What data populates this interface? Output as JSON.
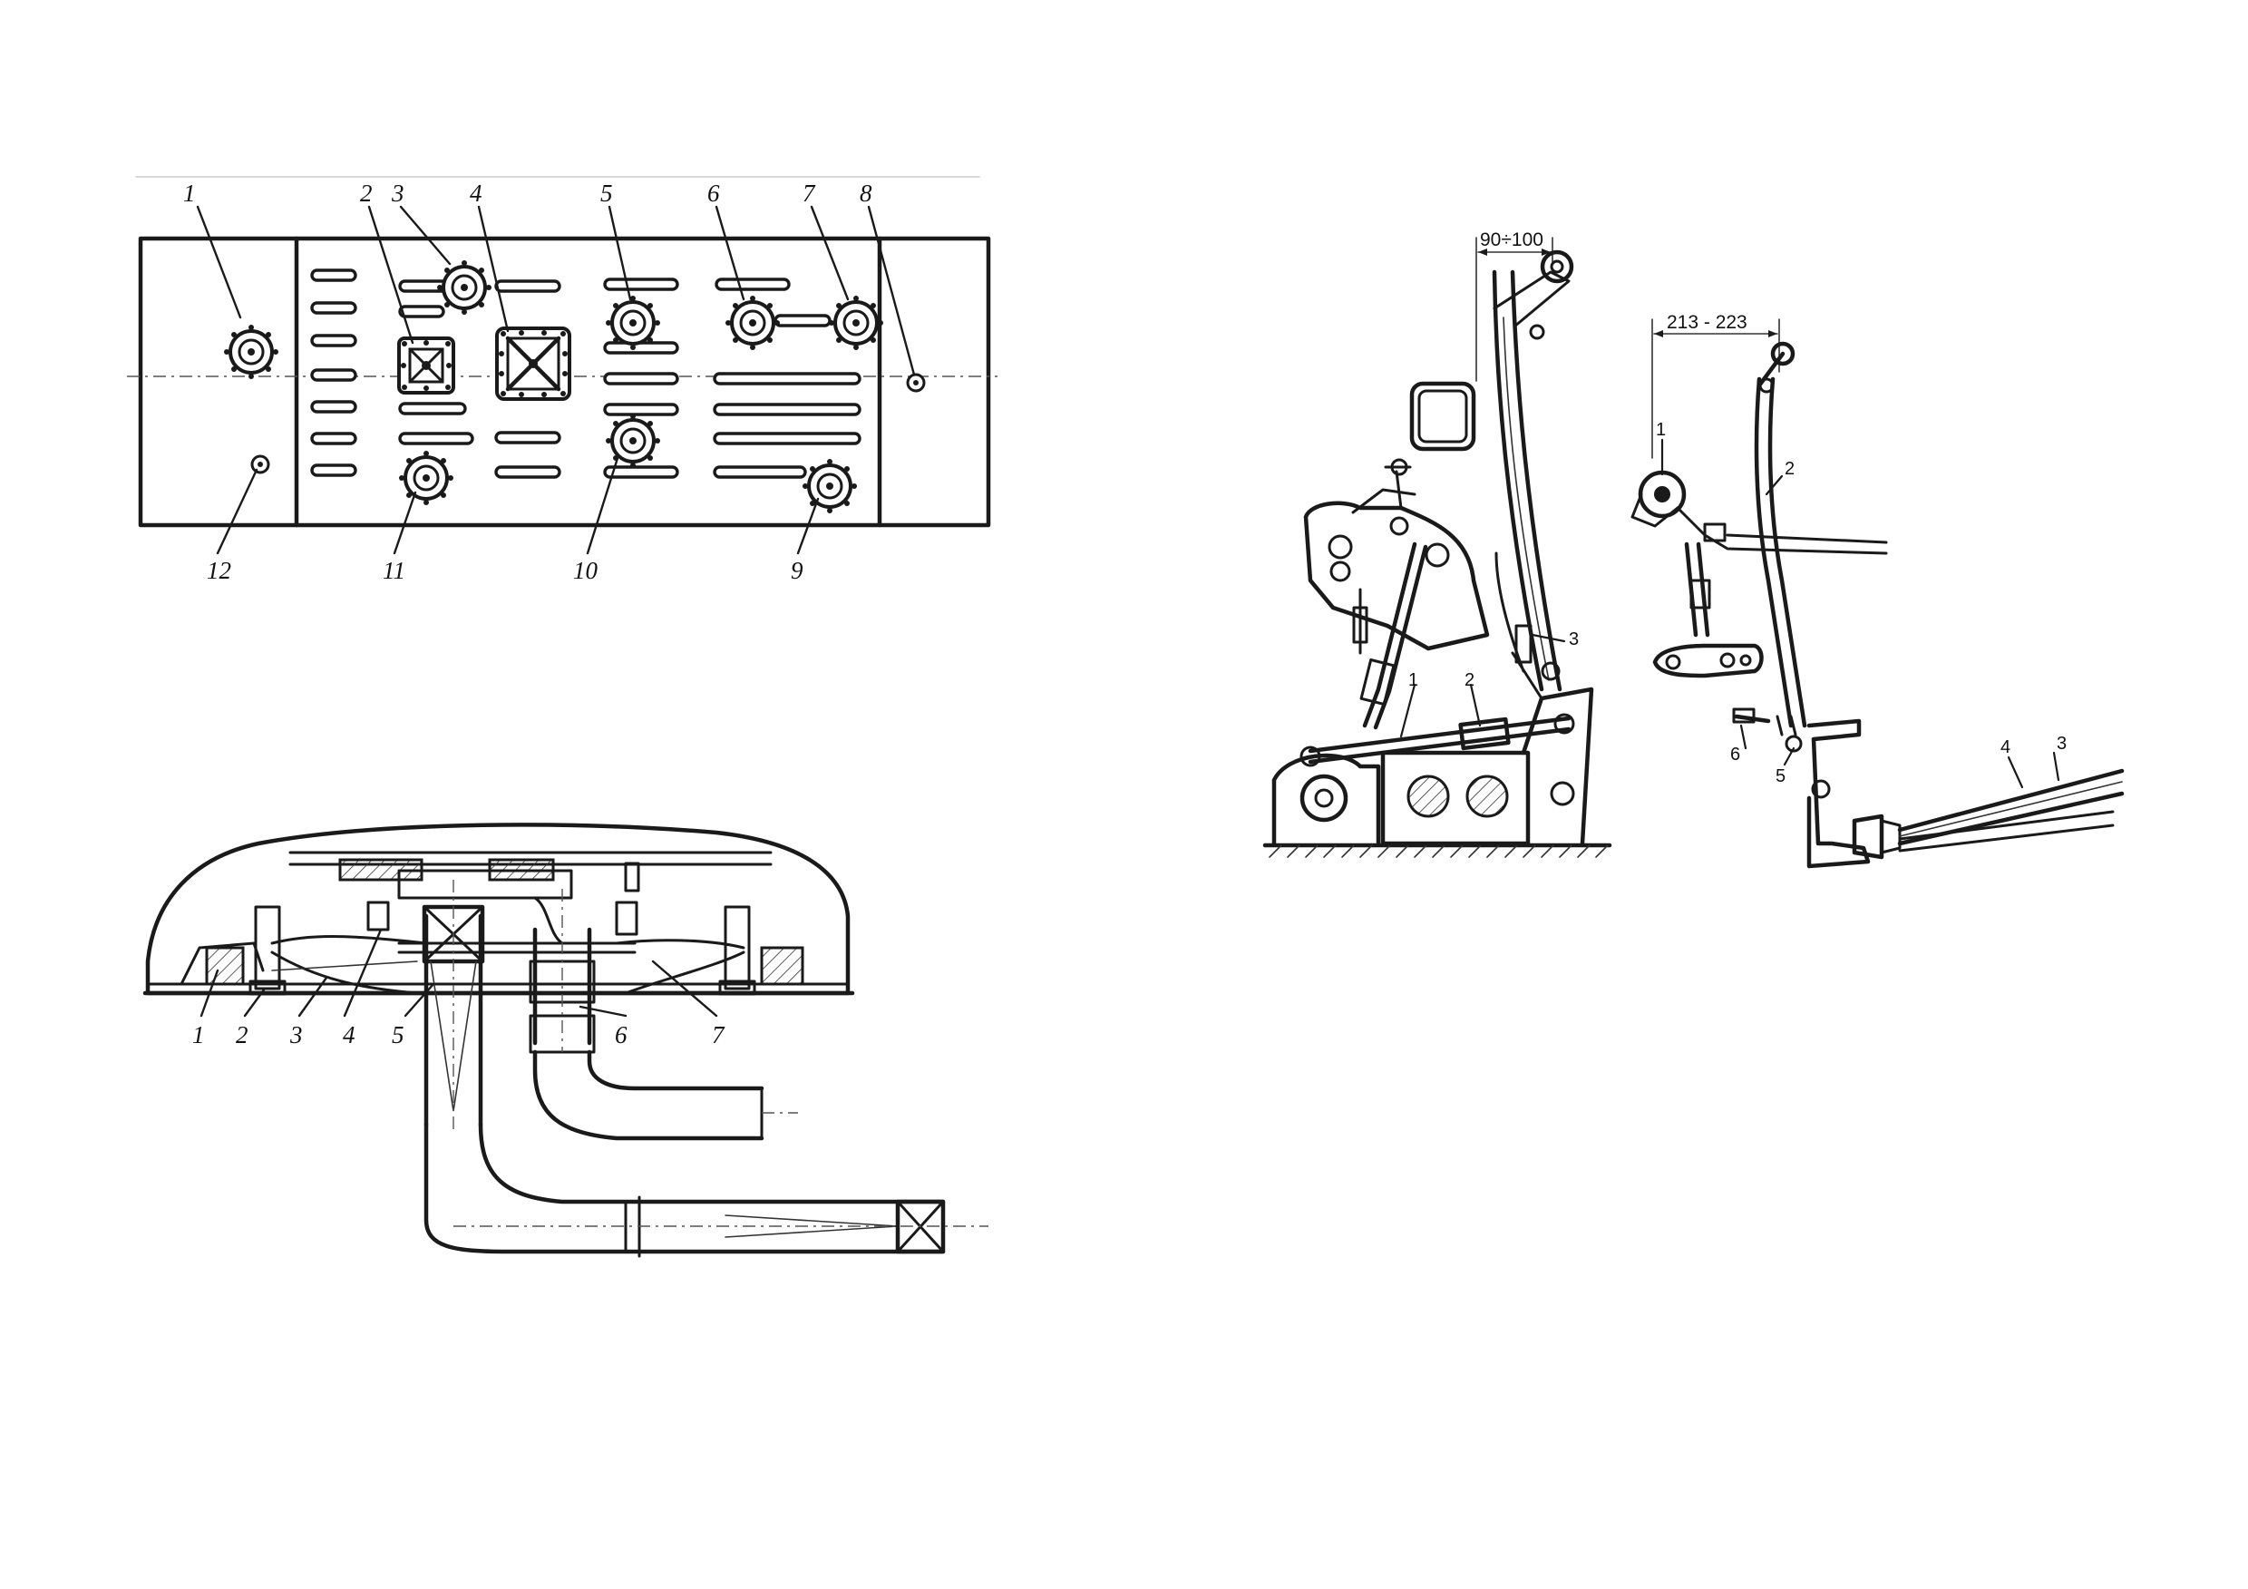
{
  "panel_top": {
    "labels": [
      "1",
      "2",
      "3",
      "4",
      "5",
      "6",
      "7",
      "8",
      "12",
      "11",
      "10",
      "9"
    ]
  },
  "panel_section": {
    "labels": [
      "1",
      "2",
      "3",
      "4",
      "5",
      "6",
      "7"
    ]
  },
  "linkage_left": {
    "dimension": "90÷100",
    "labels": [
      "1",
      "2",
      "3"
    ]
  },
  "linkage_right": {
    "dimension": "213 - 223",
    "labels": [
      "1",
      "2",
      "3",
      "4",
      "5",
      "6"
    ]
  }
}
